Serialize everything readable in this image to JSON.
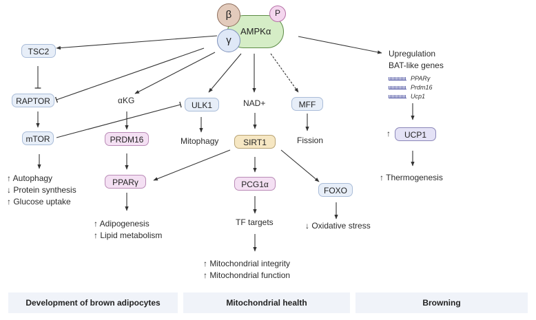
{
  "complex": {
    "main": "AMPKα",
    "beta": "β",
    "gamma": "γ",
    "phospho": "P"
  },
  "nodes": {
    "tsc2": "TSC2",
    "raptor": "RAPTOR",
    "mtor": "mTOR",
    "akg": "αKG",
    "prdm16": "PRDM16",
    "ppar": "PPARγ",
    "ulk1": "ULK1",
    "mitophagy": "Mitophagy",
    "nad": "NAD+",
    "sirt1": "SIRT1",
    "pcg1a": "PCG1α",
    "tf_targets": "TF targets",
    "mff": "MFF",
    "fission": "Fission",
    "foxo": "FOXO",
    "oxidative": "↓ Oxidative stress",
    "ucp1": "UCP1",
    "ucp1_up": "↑",
    "thermogenesis": "↑ Thermogenesis"
  },
  "upregulation": {
    "title_line1": "Upregulation",
    "title_line2": "BAT-like genes",
    "genes": [
      "PPARγ",
      "Prdm16",
      "Ucp1"
    ]
  },
  "outcomes": {
    "mtor_effects": [
      "↑ Autophagy",
      "↓ Protein synthesis",
      "↑ Glucose uptake"
    ],
    "ppar_effects": [
      "↑ Adipogenesis",
      "↑ Lipid metabolism"
    ],
    "mito_effects": [
      "↑ Mitochondrial integrity",
      "↑ Mitochondrial function"
    ]
  },
  "footer": {
    "sections": [
      "Development of brown adipocytes",
      "Mitochondrial health",
      "Browning"
    ],
    "background": "#f0f3f9"
  },
  "colors": {
    "line": "#333333",
    "ampk_fill": "#d5edc6",
    "blue_node": "#e7eef8",
    "pink_node": "#f4e0f3",
    "yellow_node": "#f6e7c3",
    "purple_node": "#e4e2f6"
  }
}
